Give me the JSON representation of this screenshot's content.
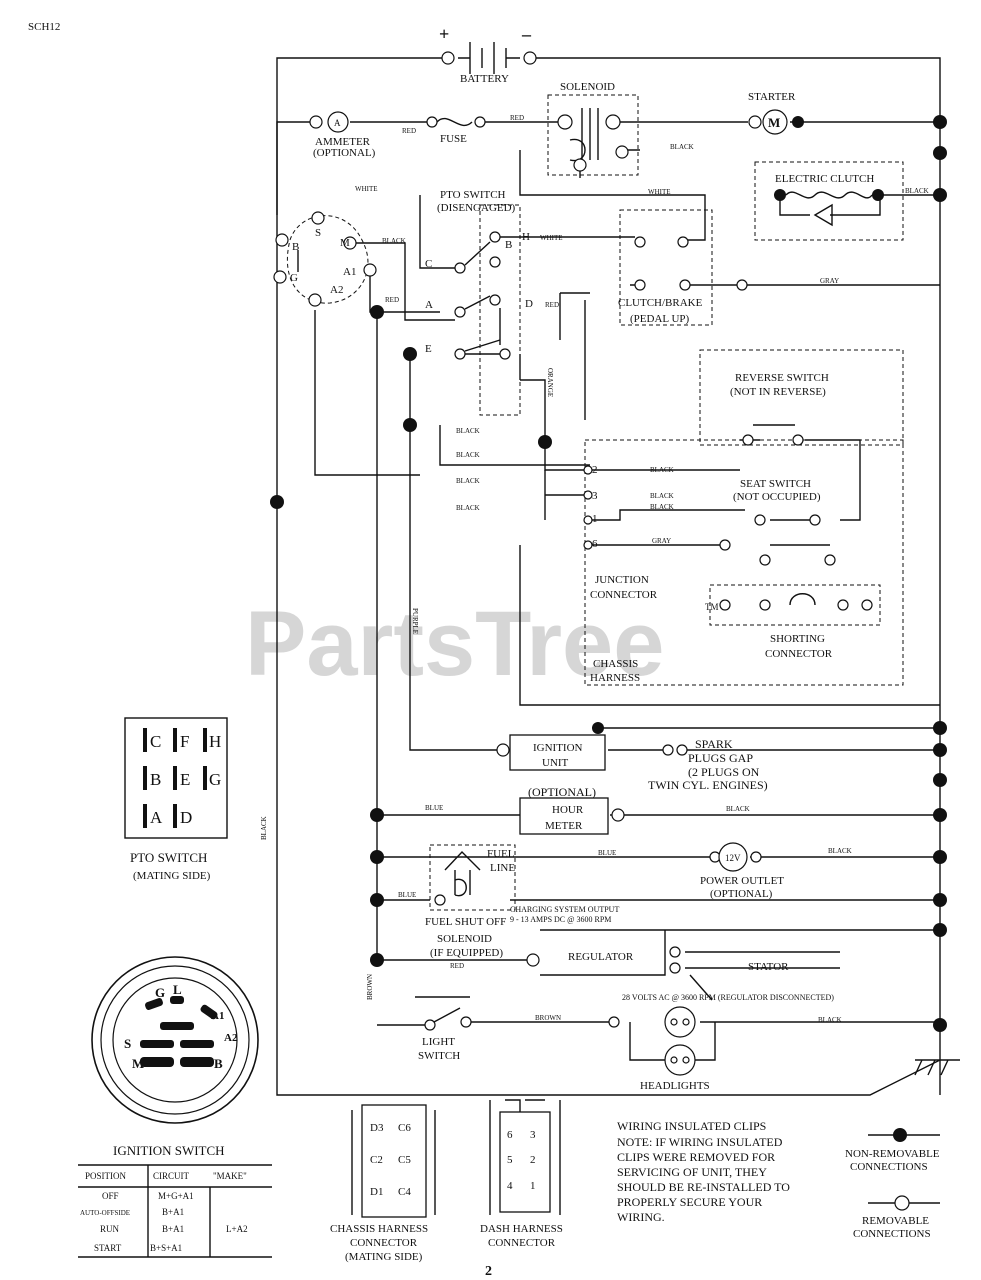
{
  "page_code": "SCH12",
  "watermark": "PartsTree",
  "watermark_tm": "TM",
  "page_number": "2",
  "battery": {
    "label": "BATTERY",
    "plus": "+",
    "minus": "–"
  },
  "solenoid": "SOLENOID",
  "starter": {
    "label": "STARTER",
    "symbol": "M"
  },
  "ammeter": {
    "label": "AMMETER",
    "optional": "(OPTIONAL)",
    "symbol": "A"
  },
  "fuse": "FUSE",
  "electric_clutch": "ELECTRIC CLUTCH",
  "pto_switch_top": [
    "PTO SWITCH",
    "(DISENGAGED)"
  ],
  "clutch_brake": [
    "CLUTCH/BRAKE",
    "(PEDAL UP)"
  ],
  "reverse_switch": [
    "REVERSE SWITCH",
    "(NOT IN REVERSE)"
  ],
  "seat_switch": [
    "SEAT SWITCH",
    "(NOT OCCUPIED)"
  ],
  "junction_connector": [
    "JUNCTION",
    "CONNECTOR"
  ],
  "shorting_connector": [
    "SHORTING",
    "CONNECTOR"
  ],
  "chassis_harness_label": [
    "CHASSIS",
    "HARNESS"
  ],
  "ignition_unit": [
    "IGNITION",
    "UNIT"
  ],
  "spark_plugs": [
    "SPARK",
    "PLUGS GAP",
    "(2 PLUGS ON",
    "TWIN CYL. ENGINES)"
  ],
  "hour_meter": [
    "(OPTIONAL)",
    "HOUR",
    "METER"
  ],
  "fuel_line": [
    "FUEL",
    "LINE"
  ],
  "power_outlet": {
    "symbol": "12V",
    "label": "POWER OUTLET",
    "optional": "(OPTIONAL)"
  },
  "charging_output": [
    "CHARGING SYSTEM OUTPUT",
    "9 - 13 AMPS DC @ 3600 RPM"
  ],
  "fuel_shutoff": [
    "FUEL SHUT OFF",
    "SOLENOID",
    "(IF EQUIPPED)"
  ],
  "regulator": "REGULATOR",
  "stator": "STATOR",
  "ac_volts": "28 VOLTS AC @ 3600 RPM (REGULATOR DISCONNECTED)",
  "light_switch": [
    "LIGHT",
    "SWITCH"
  ],
  "headlights": "HEADLIGHTS",
  "ignition_terminals": {
    "s": "S",
    "b": "B",
    "m": "M",
    "g": "G",
    "l": "L",
    "a1": "A1",
    "a2": "A2"
  },
  "pto_switch_terms": {
    "c": "C",
    "a": "A",
    "b": "B",
    "h": "H",
    "d": "D",
    "e": "E"
  },
  "junction_pins": {
    "p2": "2",
    "p3": "3",
    "p1": "1",
    "p6": "6"
  },
  "wires": {
    "red": "RED",
    "black": "BLACK",
    "white": "WHITE",
    "gray": "GRAY",
    "blue": "BLUE",
    "brown": "BROWN",
    "purple": "PURPLE",
    "orange": "ORANGE"
  },
  "pto_connector": {
    "cells": [
      "C",
      "F",
      "H",
      "B",
      "E",
      "G",
      "A",
      "D"
    ],
    "label": [
      "PTO SWITCH",
      "(MATING SIDE)"
    ]
  },
  "ignition_switch_icon": {
    "title": "IGNITION SWITCH",
    "letters": [
      "G",
      "L",
      "A1",
      "A2",
      "S",
      "M",
      "B"
    ]
  },
  "ignition_table": {
    "headers": [
      "POSITION",
      "CIRCUIT",
      "\"MAKE\""
    ],
    "rows": [
      [
        "OFF",
        "M+G+A1",
        ""
      ],
      [
        "AUTO-OFFSIDE",
        "B+A1",
        ""
      ],
      [
        "RUN",
        "B+A1",
        "L+A2"
      ],
      [
        "START",
        "B+S+A1",
        ""
      ]
    ]
  },
  "chassis_connector": {
    "pins": [
      "D3",
      "C6",
      "C2",
      "C5",
      "D1",
      "C4"
    ],
    "label": [
      "CHASSIS HARNESS",
      "CONNECTOR",
      "(MATING SIDE)"
    ]
  },
  "dash_connector": {
    "pins": [
      "6",
      "3",
      "5",
      "2",
      "4",
      "1"
    ],
    "label": [
      "DASH HARNESS",
      "CONNECTOR"
    ]
  },
  "note": [
    "WIRING INSULATED CLIPS",
    "NOTE: IF WIRING INSULATED",
    "CLIPS WERE REMOVED FOR",
    "SERVICING OF UNIT, THEY",
    "SHOULD BE RE-INSTALLED TO",
    "PROPERLY SECURE YOUR",
    "WIRING."
  ],
  "legend": {
    "non_removable": [
      "NON-REMOVABLE",
      "CONNECTIONS"
    ],
    "removable": [
      "REMOVABLE",
      "CONNECTIONS"
    ]
  }
}
